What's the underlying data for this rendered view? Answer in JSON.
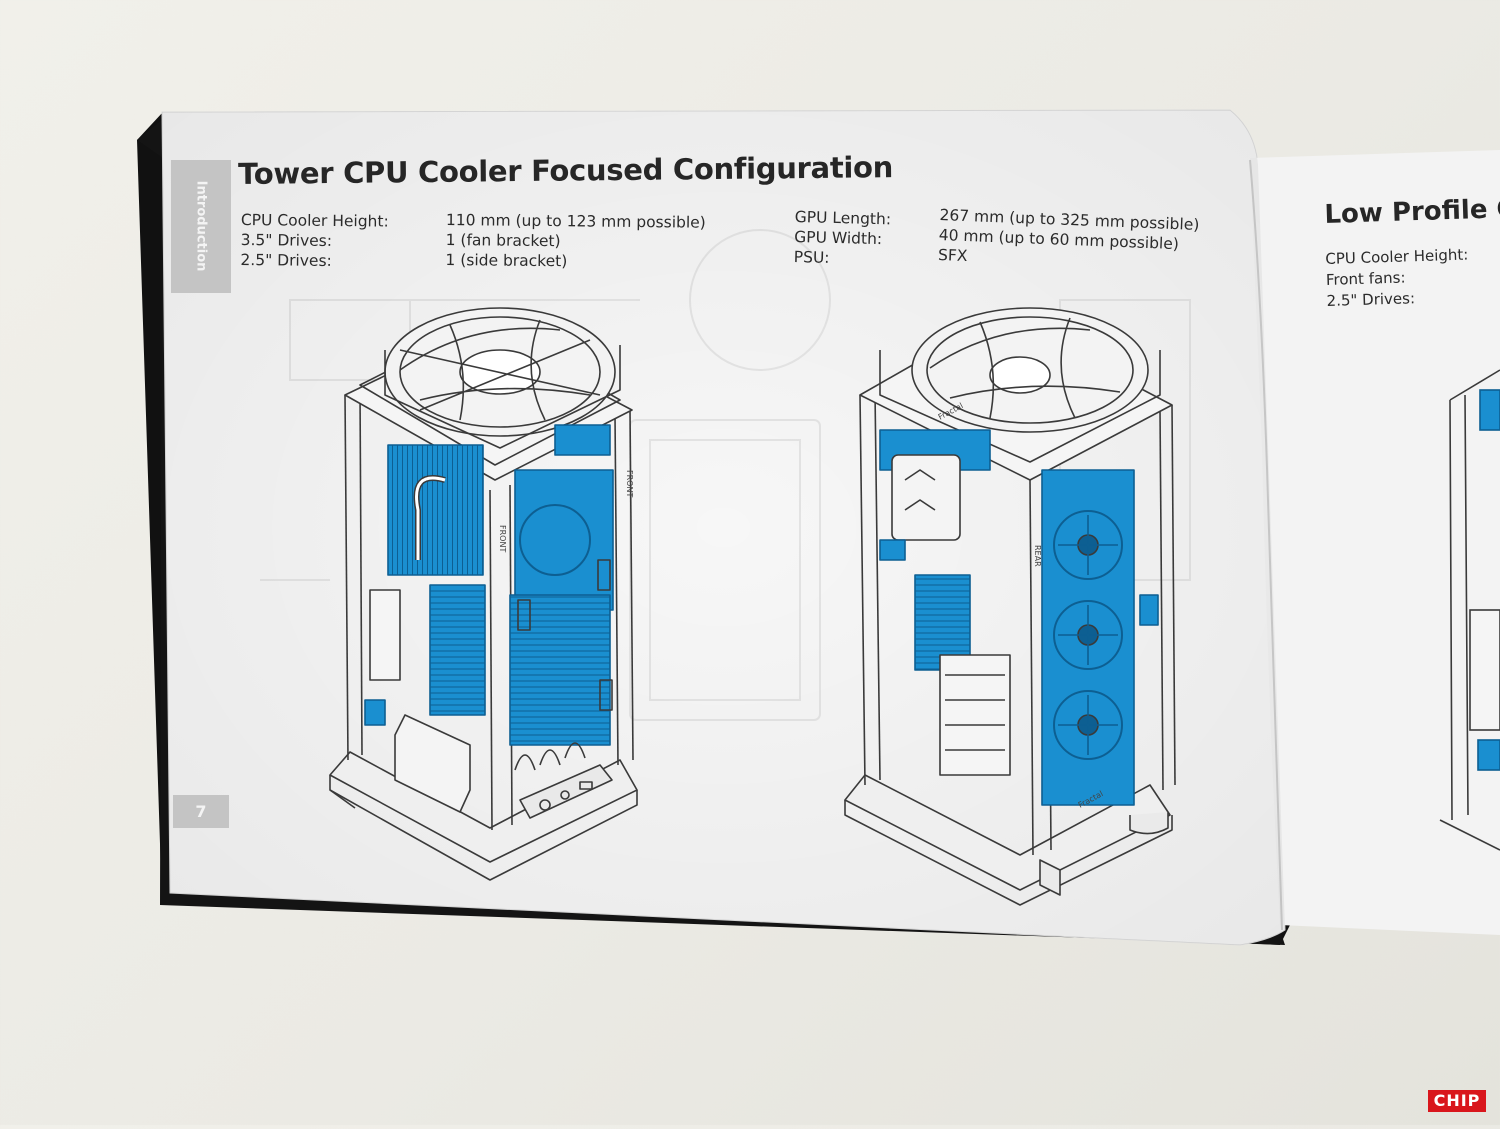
{
  "page": {
    "side_tab": "Introduction",
    "page_number": "7",
    "title": "Tower CPU Cooler Focused Configuration",
    "specs_left": [
      {
        "label": "CPU Cooler Height:",
        "value": "110 mm (up to 123 mm possible)"
      },
      {
        "label": "3.5\" Drives:",
        "value": "1 (fan bracket)"
      },
      {
        "label": "2.5\" Drives:",
        "value": "1 (side bracket)"
      }
    ],
    "specs_right": [
      {
        "label": "GPU Length:",
        "value": "267 mm (up to 325 mm possible)"
      },
      {
        "label": "GPU Width:",
        "value": "40 mm (up to 60 mm possible)"
      },
      {
        "label": "PSU:",
        "value": "SFX"
      }
    ],
    "diagram_labels": {
      "front": "FRONT",
      "rear": "REAR",
      "brand": "Fractal"
    }
  },
  "next_page": {
    "title": "Low Profile C",
    "specs": [
      "CPU Cooler Height:",
      "Front fans:",
      "2.5\" Drives:"
    ]
  },
  "watermark": "CHIP",
  "colors": {
    "highlight_blue": "#1a8fd0",
    "paper": "#f6f6f6",
    "tab_gray": "#c4c4c4"
  }
}
